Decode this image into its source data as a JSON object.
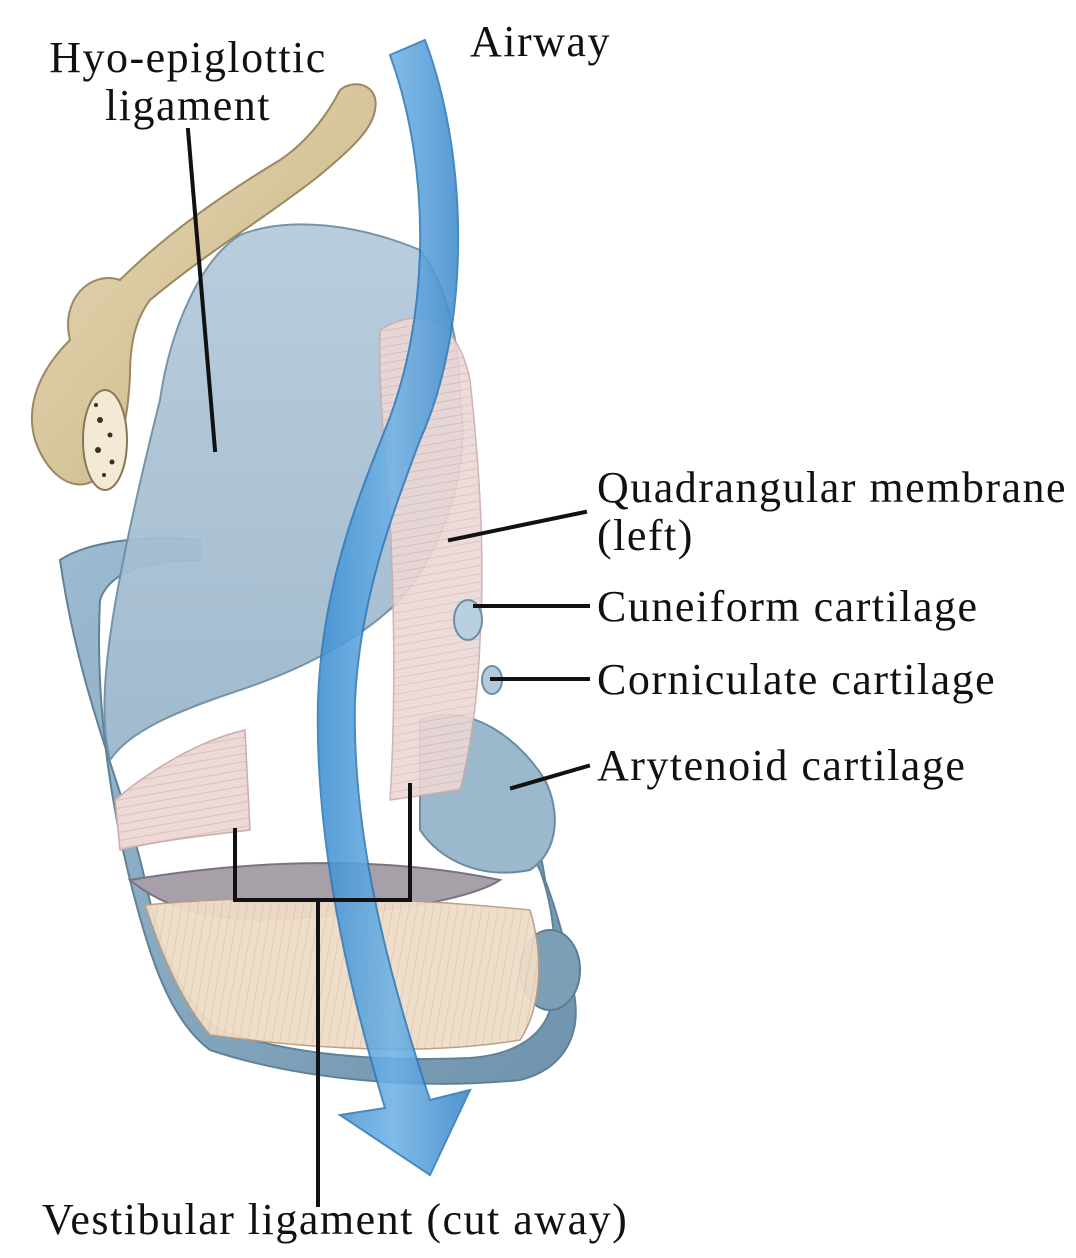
{
  "labels": {
    "airway": "Airway",
    "hyo_epiglottic_1": "Hyo-epiglottic",
    "hyo_epiglottic_2": "ligament",
    "quadrangular_1": "Quadrangular membrane",
    "quadrangular_2": "(left)",
    "cuneiform": "Cuneiform cartilage",
    "corniculate": "Corniculate cartilage",
    "arytenoid": "Arytenoid cartilage",
    "vestibular": "Vestibular ligament (cut away)"
  },
  "colors": {
    "bone": "#d9c9a2",
    "membrane": "#a9c3d6",
    "cartilage": "#8fb0c6",
    "muscle_fibres": "#e8d4d2",
    "airway_arrow": "#4a9ad8",
    "leader_line": "#111111"
  }
}
